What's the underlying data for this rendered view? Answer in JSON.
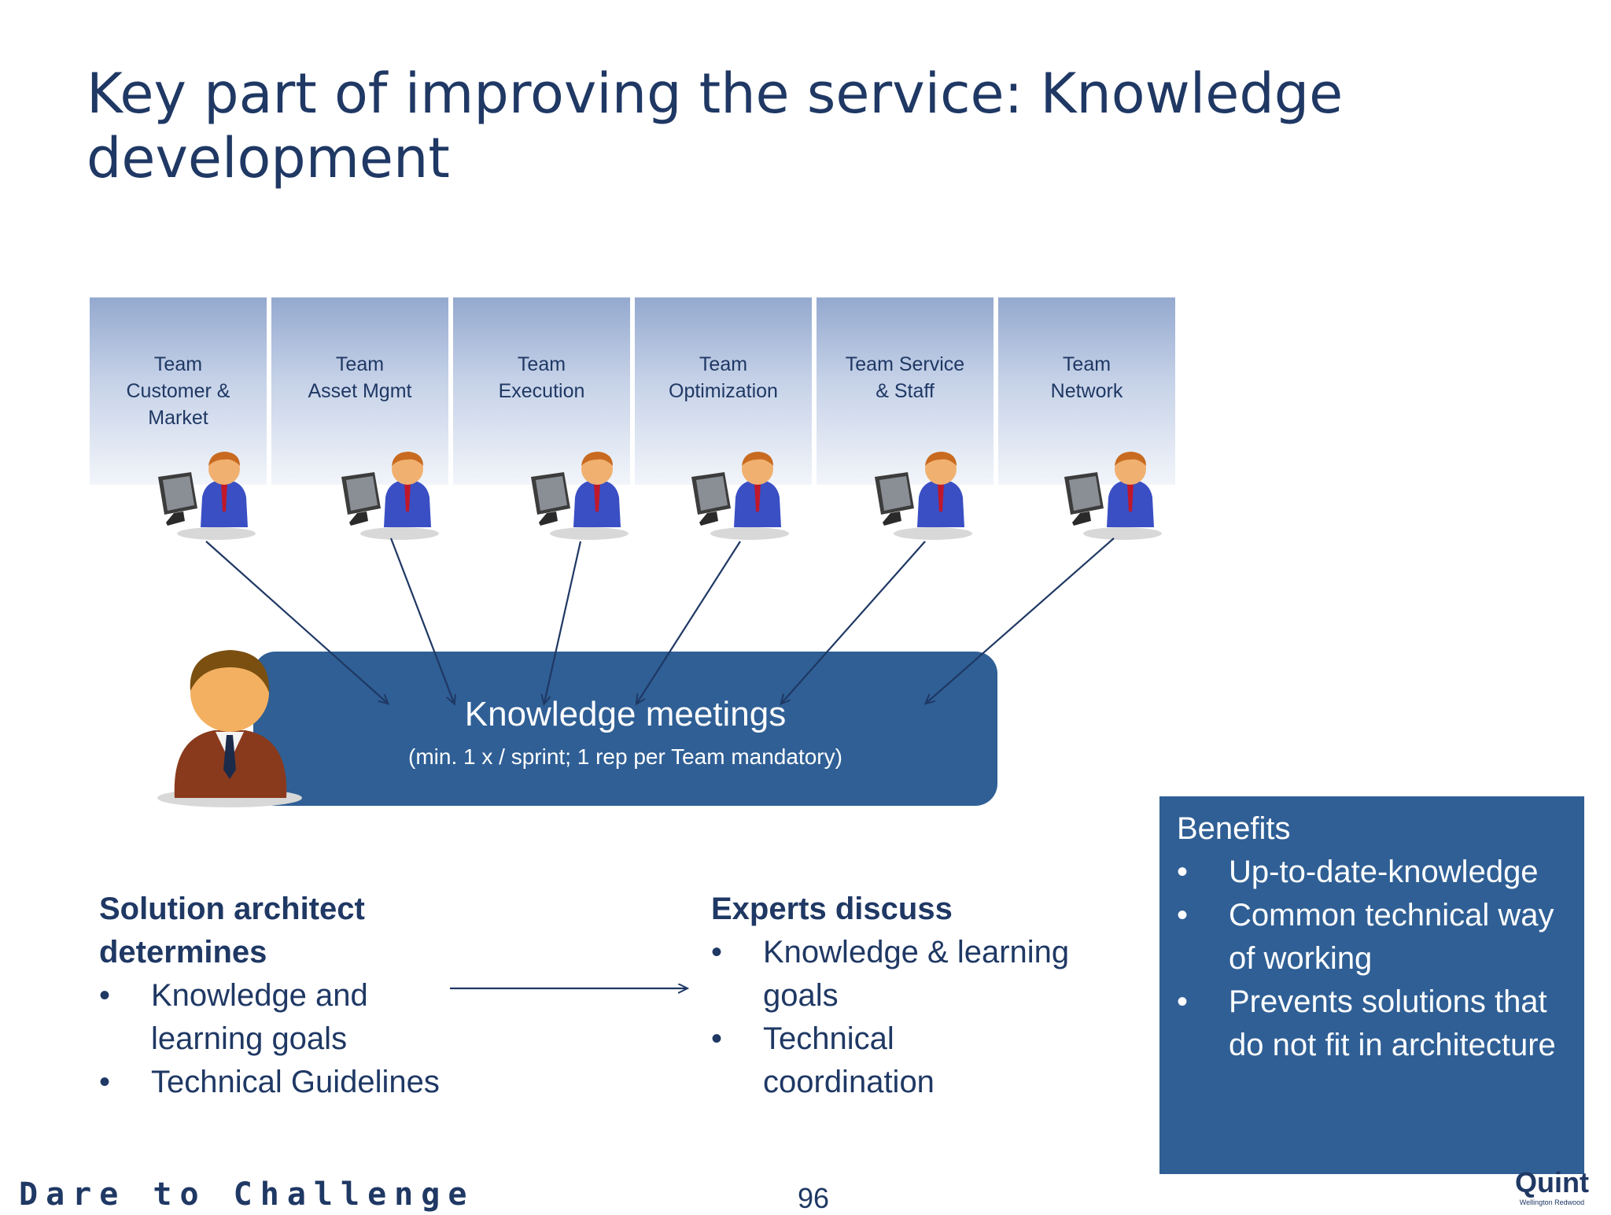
{
  "title": "Key part of improving the service: Knowledge development",
  "teams": [
    {
      "label": "Team\nCustomer &\nMarket"
    },
    {
      "label": "Team\nAsset Mgmt"
    },
    {
      "label": "Team\nExecution"
    },
    {
      "label": "Team\nOptimization"
    },
    {
      "label": "Team  Service\n& Staff"
    },
    {
      "label": "Team\nNetwork"
    }
  ],
  "knowledge_meeting": {
    "title": "Knowledge meetings",
    "subtitle": "(min. 1 x / sprint; 1 rep per Team mandatory)"
  },
  "solution_architect": {
    "heading_line1": "Solution architect",
    "heading_line2": "determines",
    "items": [
      "Knowledge and learning goals",
      "Technical Guidelines"
    ]
  },
  "experts": {
    "heading": "Experts discuss",
    "items": [
      "Knowledge & learning goals",
      "Technical coordination"
    ]
  },
  "benefits": {
    "heading": "Benefits",
    "items": [
      "Up-to-date-knowledge",
      "Common technical way of working",
      "Prevents solutions that do not fit in architecture"
    ]
  },
  "footer": {
    "tagline": "Dare to Challenge",
    "page_number": "96",
    "logo_main": "Quint",
    "logo_sub": "Wellington Redwood"
  },
  "colors": {
    "title": "#1f3864",
    "box_fill": "#2f5f95",
    "team_gradient_top": "#94a9cf"
  },
  "icons": [
    "computer-worker-icon",
    "solution-architect-icon"
  ]
}
